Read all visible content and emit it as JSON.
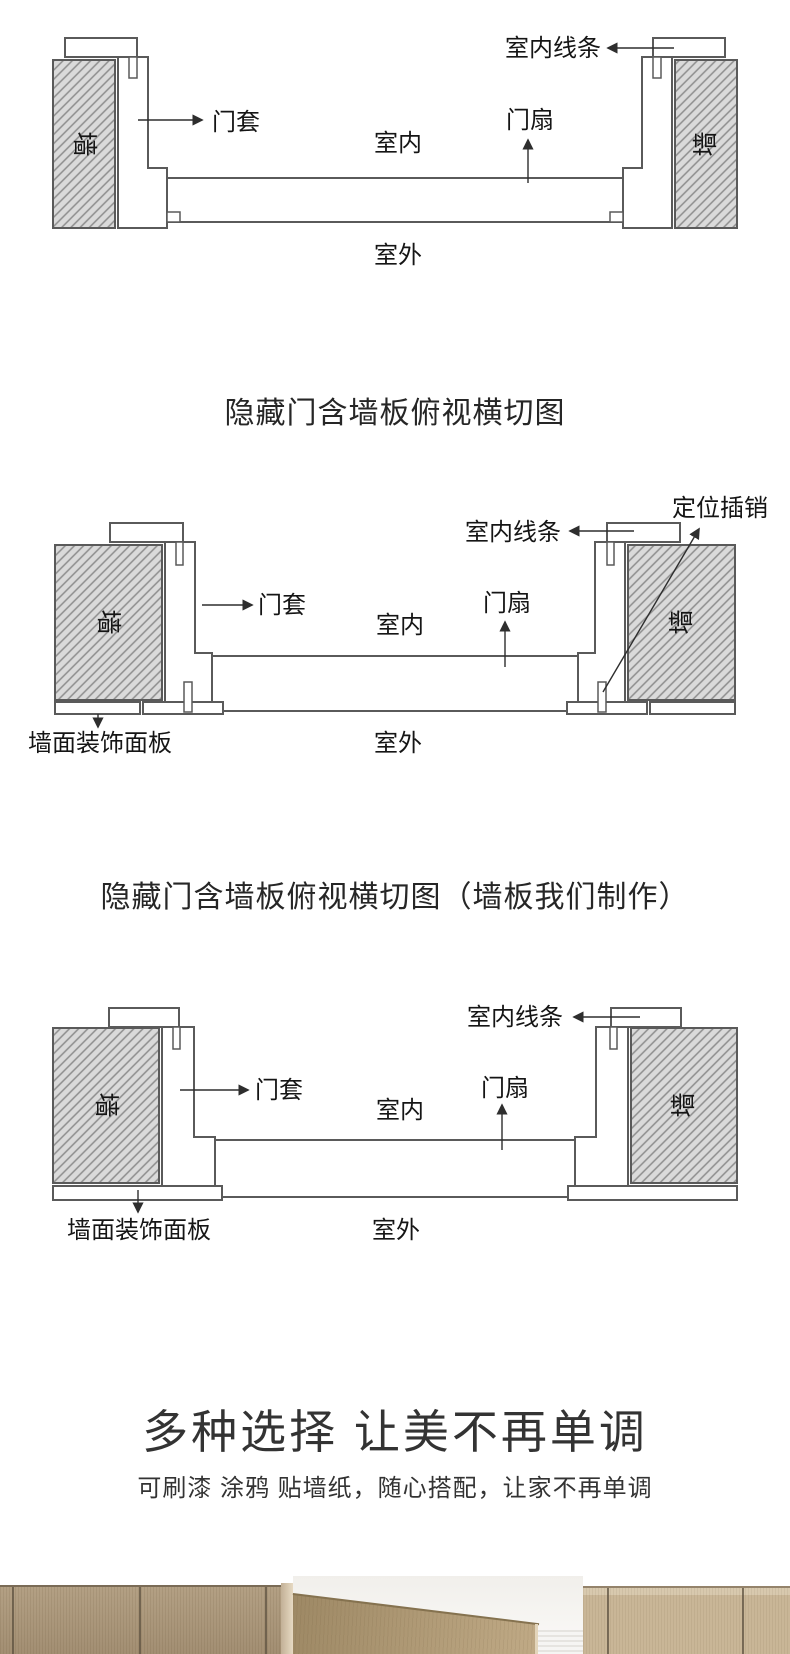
{
  "titles": {
    "section1": "隐藏门含墙板俯视横切图",
    "section2": "隐藏门含墙板俯视横切图（墙板我们制作）"
  },
  "diagram1": {
    "wall_left": "墙",
    "wall_right": "墙",
    "indoor_molding": "室内线条",
    "door_frame": "门套",
    "indoor": "室内",
    "door_leaf": "门扇",
    "outdoor": "室外"
  },
  "diagram2": {
    "wall_left": "墙",
    "wall_right": "墙",
    "indoor_molding": "室内线条",
    "positioning_pin": "定位插销",
    "door_frame": "门套",
    "indoor": "室内",
    "door_leaf": "门扇",
    "decor_panel": "墙面装饰面板",
    "outdoor": "室外"
  },
  "diagram3": {
    "wall_left": "墙",
    "wall_right": "墙",
    "indoor_molding": "室内线条",
    "door_frame": "门套",
    "indoor": "室内",
    "door_leaf": "门扇",
    "decor_panel": "墙面装饰面板",
    "outdoor": "室外"
  },
  "promo": {
    "heading": "多种选择 让美不再单调",
    "subheading": "可刷漆 涂鸦 贴墙纸，随心搭配，让家不再单调"
  },
  "colors": {
    "diagram_line": "#5a5a5a",
    "hatch_fill": "#dadada",
    "hatch_stroke": "#8d8d8d",
    "label_text": "#151515",
    "wood_light": "#c9b697",
    "wood_dark": "#a28e72"
  }
}
